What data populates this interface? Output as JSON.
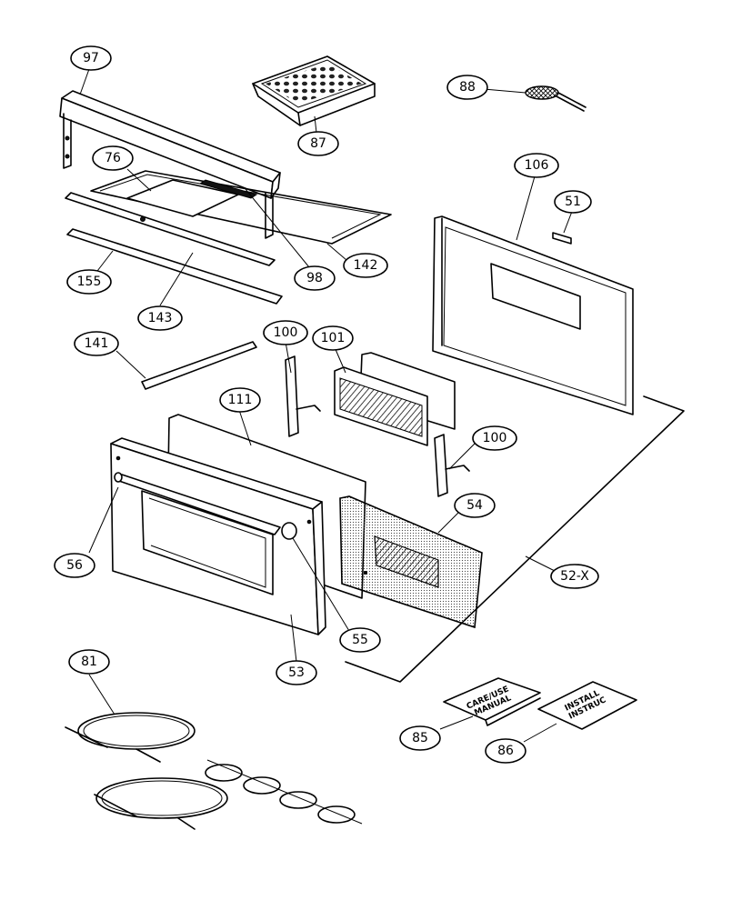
{
  "callouts": {
    "p97": "97",
    "p87": "87",
    "p88": "88",
    "p76": "76",
    "p98": "98",
    "p142": "142",
    "p155": "155",
    "p143": "143",
    "p106": "106",
    "p51": "51",
    "p141": "141",
    "p100a": "100",
    "p101": "101",
    "p111": "111",
    "p100b": "100",
    "p54": "54",
    "p56": "56",
    "p55": "55",
    "p53": "53",
    "p52x": "52-X",
    "p81": "81",
    "p85": "85",
    "p86": "86"
  },
  "documents": {
    "manual_line1": "CARE/USE",
    "manual_line2": "MANUAL",
    "install_line1": "INSTALL",
    "install_line2": "INSTRUC"
  }
}
